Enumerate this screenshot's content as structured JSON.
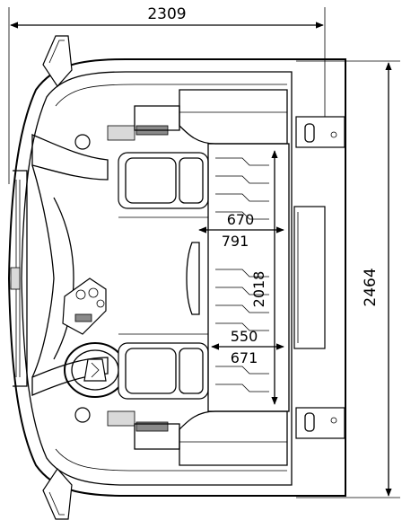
{
  "dimensions": {
    "overall_width": "2309",
    "overall_depth": "2464",
    "bunk_upper_length": "670",
    "bunk_upper_width": "791",
    "bunk_length": "2018",
    "bunk_lower_length": "550",
    "bunk_lower_width": "671"
  }
}
